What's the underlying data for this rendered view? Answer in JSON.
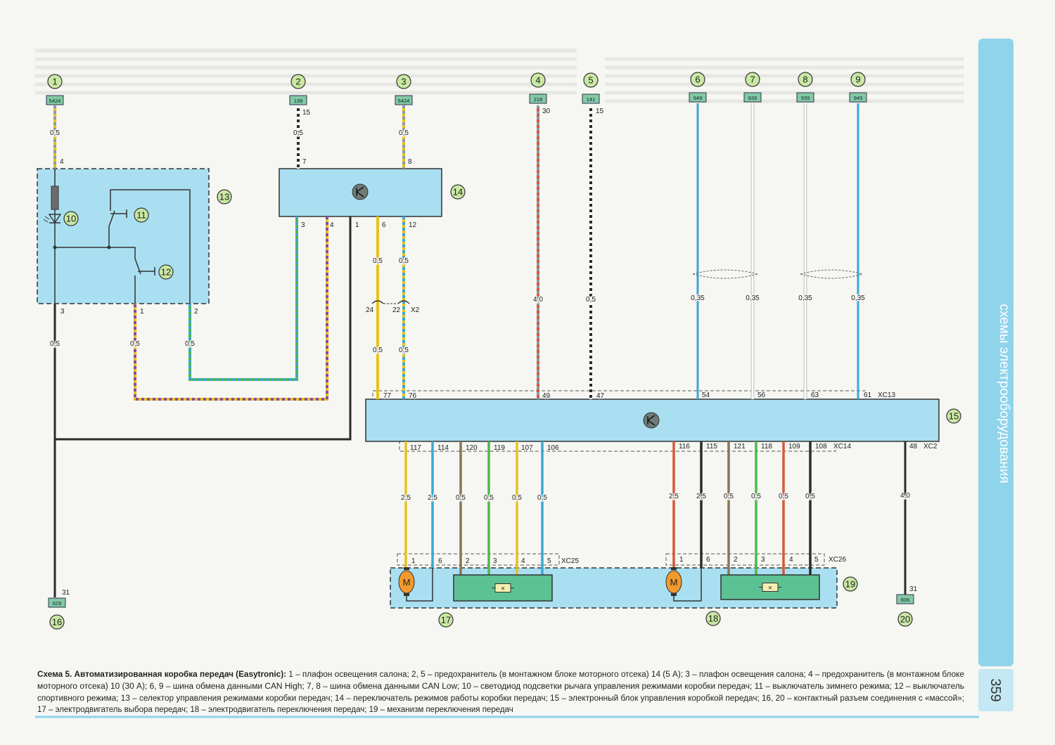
{
  "page": {
    "section_title": "схемы электрооборудования",
    "page_number": "359"
  },
  "caption": {
    "title": "Схема 5. Автоматизированная коробка передач (Easytronic):",
    "lines": [
      "1 – плафон освещения салона; 2, 5 – предохранитель (в монтажном блоке моторного отсека) 14 (5 А); 3 – плафон освещения салона; 4 – предохранитель (в монтажном блоке",
      "моторного отсека) 10 (30 А); 6, 9 – шина обмена данными CAN High; 7, 8 – шина обмена данными CAN Low; 10 – светодиод подсветки рычага управления режимами коробки передач; 11 – выключатель зимнего режима; 12 – выключатель",
      "спортивного режима; 13 – селектор управления режимами коробки передач; 14 – переключатель режимов работы коробки передач; 15 – электронный блок управления коробкой передач; 16, 20 – контактный разъем соединения с «массой»;",
      "17 – электродвигатель выбора передач; 18 – электродвигатель переключения передач; 19 – механизм переключения передач"
    ]
  },
  "diagram": {
    "callouts": [
      "1",
      "2",
      "3",
      "4",
      "5",
      "6",
      "7",
      "8",
      "9",
      "10",
      "11",
      "12",
      "13",
      "14",
      "15",
      "16",
      "17",
      "18",
      "19",
      "20"
    ],
    "fuses": {
      "f1": "5424",
      "f2": "139",
      "f3": "5424",
      "f4": "218",
      "f5": "141",
      "f6": "949",
      "f7": "939",
      "f8": "939",
      "f9": "949",
      "f16": "629",
      "f20": "606"
    },
    "motor_label": "M",
    "actuator_label": "×",
    "labels": {
      "w1_g": "0,5",
      "w1_p": "4",
      "w2_p15": "15",
      "w2_g": "0,5",
      "w2_p": "7",
      "w3_g": "0,5",
      "w3_p": "8",
      "w4_p": "30",
      "w4_g": "4,0",
      "w5_p": "15",
      "w5_g": "0,5",
      "w6_g": "0,35",
      "w7_g": "0,35",
      "w8_g": "0,35",
      "w9_g": "0,35",
      "s14_3": "3",
      "s14_4": "4",
      "s14_1": "1",
      "s14_6": "6",
      "s14_12": "12",
      "g14_6a": "0,5",
      "g14_12a": "0,5",
      "x2_24": "24",
      "x2_22": "22",
      "x2": "X2",
      "g14_6b": "0,5",
      "g14_12b": "0,5",
      "s13_3": "3",
      "s13_1": "1",
      "s13_2": "2",
      "g13_3": "0,5",
      "g13_1": "0,5",
      "g13_2": "0,5",
      "t77": "77",
      "t76": "76",
      "t49": "49",
      "t47": "47",
      "t54": "54",
      "t56": "56",
      "t63": "63",
      "t61": "61",
      "xc13": "XC13",
      "b117": "117",
      "b114": "114",
      "b120": "120",
      "b119": "119",
      "b107": "107",
      "b106": "106",
      "b116": "116",
      "b115": "115",
      "b121": "121",
      "b118": "118",
      "b109": "109",
      "b108": "108",
      "xc14": "XC14",
      "b48": "48",
      "xc2": "XC2",
      "g117": "2,5",
      "g114": "2,5",
      "g120": "0,5",
      "g119": "0,5",
      "g107": "0,5",
      "g106": "0,5",
      "g116": "2,5",
      "g115": "2,5",
      "g121": "0,5",
      "g118": "0,5",
      "g109": "0,5",
      "g108": "0,5",
      "g48": "4,0",
      "a1": "1",
      "a6": "6",
      "a2": "2",
      "a3": "3",
      "a4": "4",
      "a5": "5",
      "xc25": "XC25",
      "c1": "1",
      "c6": "6",
      "c2": "2",
      "c3": "3",
      "c4": "4",
      "c5": "5",
      "xc26": "XC26",
      "g16_31": "31",
      "g20_31": "31"
    }
  },
  "colors": {
    "page": "#f6f6f3",
    "block": "#a9dff1",
    "tab": "#8fd4ea",
    "callout": "#c9e8a4",
    "fuse": "#82caa3",
    "actuator": "#5cc293",
    "motor": "#f29a2e",
    "yellow": "#e6c21c",
    "black": "#2b2b2b",
    "blue": "#3ba7d6",
    "green": "#4cb84a",
    "brown": "#8c7552",
    "red": "#d8573b",
    "purple": "#8a4b98",
    "gray": "#8d9aa2",
    "white": "#ffffff"
  }
}
